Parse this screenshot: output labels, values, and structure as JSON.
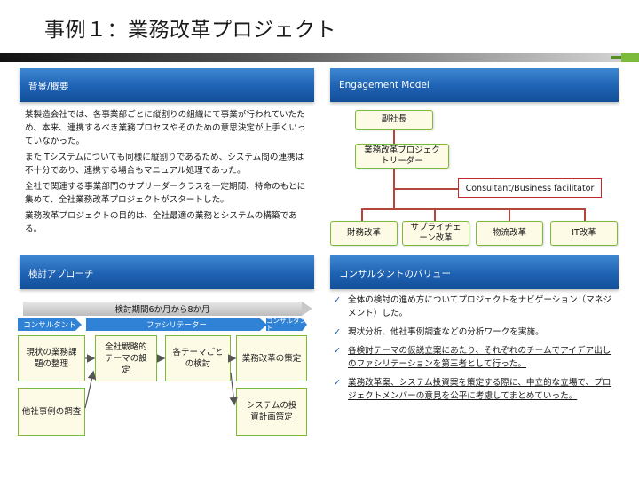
{
  "title": "事例１：業務改革プロジェクト",
  "colors": {
    "header_blue": "#1e62b3",
    "accent_green": "#7cba3b",
    "box_fill": "#fdfbe6",
    "connector_red": "#b5463b"
  },
  "background": {
    "header": "背景/概要",
    "paragraphs": [
      "某製造会社では、各事業部ごとに縦割りの組織にて事業が行われていたため、本来、連携するべき業務プロセスやそのための意思決定が上手くいっていなかった。",
      "またITシステムについても同様に縦割りであるため、システム間の連携は不十分であり、連携する場合もマニュアル処理であった。",
      "全社で関連する事業部門のサプリーダークラスを一定期間、特命のもとに集めて、全社業務改革プロジェクトがスタートした。",
      "業務改革プロジェクトの目的は、全社最適の業務とシステムの構築である。"
    ]
  },
  "engagement": {
    "header": "Engagement Model",
    "vp": "副社長",
    "leader": "業務改革プロジェクトリーダー",
    "consultant": "Consultant/Business facilitator",
    "teams": [
      "財務改革",
      "サプライチェーン改革",
      "物流改革",
      "IT改革"
    ]
  },
  "approach": {
    "header": "検討アプローチ",
    "period": "検討期間6か月から8か月",
    "roles": [
      "コンサルタント",
      "ファシリテーター",
      "コンサルタント"
    ],
    "steps": {
      "s1": "現状の業務課題の整理",
      "s2": "全社戦略的テーマの設定",
      "s3": "各テーマごとの検討",
      "s4": "業務改革の策定",
      "s5": "他社事例の調査",
      "s6": "システムの投資計画策定"
    }
  },
  "consultant_value": {
    "header": "コンサルタントのバリュー",
    "check_icon": "check-icon",
    "items": [
      "全体の検討の進め方についてプロジェクトをナビゲーション（マネジメント）した。",
      "現状分析、他社事例調査などの分析ワークを実施。",
      "各検討テーマの仮説立案にあたり、それぞれのチームでアイデア出しのファシリテーションを第三者として行った。",
      "業務改革案、システム投資案を策定する際に、中立的な立場で、プロジェクトメンバーの意見を公平に考慮してまとめていった。"
    ]
  }
}
